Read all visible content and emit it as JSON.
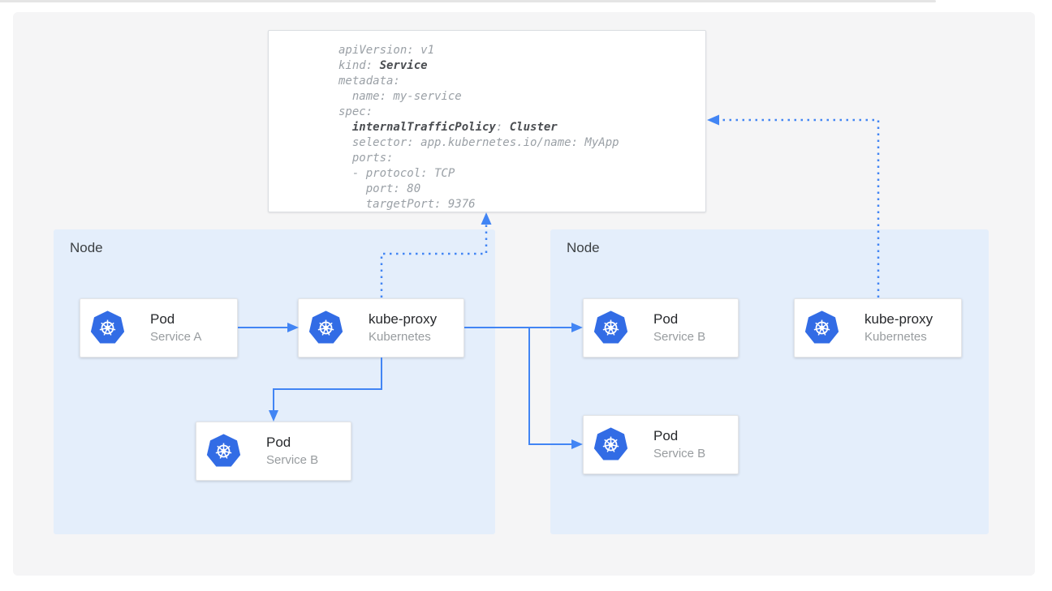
{
  "colors": {
    "arrow_blue": "#4285f4",
    "kubernetes_blue": "#326ce5",
    "node_bg": "#e4eefb",
    "panel_bg": "#f5f5f6"
  },
  "code_panel": {
    "lines": [
      {
        "parts": [
          {
            "t": "apiVersion: v1"
          }
        ]
      },
      {
        "parts": [
          {
            "t": "kind: "
          },
          {
            "t": "Service",
            "b": true
          }
        ]
      },
      {
        "parts": [
          {
            "t": "metadata:"
          }
        ]
      },
      {
        "parts": [
          {
            "t": "  name: my-service"
          }
        ]
      },
      {
        "parts": [
          {
            "t": "spec:"
          }
        ]
      },
      {
        "parts": [
          {
            "t": "  "
          },
          {
            "t": "internalTrafficPolicy",
            "b": true
          },
          {
            "t": ": "
          },
          {
            "t": "Cluster",
            "b": true
          }
        ]
      },
      {
        "parts": [
          {
            "t": "  selector: app.kubernetes.io/name: MyApp"
          }
        ]
      },
      {
        "parts": [
          {
            "t": "  ports:"
          }
        ]
      },
      {
        "parts": [
          {
            "t": "  - protocol: TCP"
          }
        ]
      },
      {
        "parts": [
          {
            "t": "    port: 80"
          }
        ]
      },
      {
        "parts": [
          {
            "t": "    targetPort: 9376"
          }
        ]
      }
    ]
  },
  "nodes": {
    "left": {
      "label": "Node"
    },
    "right": {
      "label": "Node"
    }
  },
  "boxes": {
    "pod_a": {
      "title": "Pod",
      "subtitle": "Service A"
    },
    "kube_proxy_left": {
      "title": "kube-proxy",
      "subtitle": "Kubernetes"
    },
    "pod_b_left": {
      "title": "Pod",
      "subtitle": "Service B"
    },
    "pod_b_right_top": {
      "title": "Pod",
      "subtitle": "Service B"
    },
    "pod_b_right_bottom": {
      "title": "Pod",
      "subtitle": "Service B"
    },
    "kube_proxy_right": {
      "title": "kube-proxy",
      "subtitle": "Kubernetes"
    }
  },
  "edges": [
    {
      "from": "pod-service-a",
      "to": "kube-proxy-left",
      "style": "solid"
    },
    {
      "from": "kube-proxy-left",
      "to": "pod-service-b-left",
      "style": "solid"
    },
    {
      "from": "kube-proxy-left",
      "to": "pod-service-b-right-top",
      "style": "solid"
    },
    {
      "from": "kube-proxy-left",
      "to": "pod-service-b-right-bottom",
      "style": "solid"
    },
    {
      "from": "kube-proxy-left",
      "to": "service-yaml-panel",
      "style": "dotted"
    },
    {
      "from": "kube-proxy-right",
      "to": "service-yaml-panel",
      "style": "dotted"
    }
  ]
}
